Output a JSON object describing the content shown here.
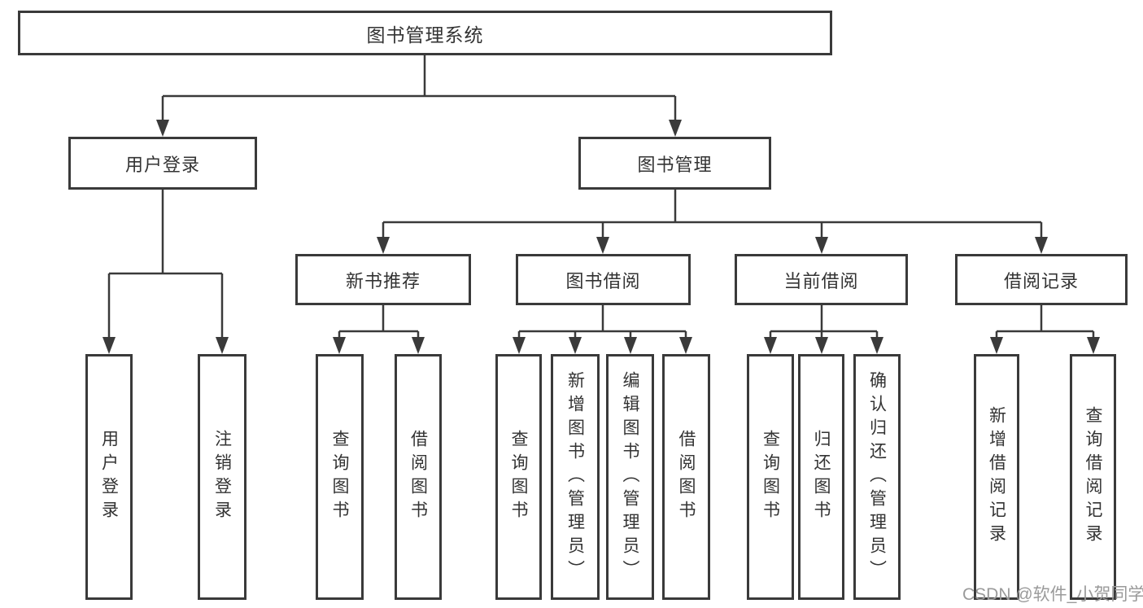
{
  "diagram": {
    "root": {
      "label": "图书管理系统"
    },
    "level2": [
      {
        "label": "用户登录"
      },
      {
        "label": "图书管理"
      }
    ],
    "level3": [
      {
        "label": "新书推荐"
      },
      {
        "label": "图书借阅"
      },
      {
        "label": "当前借阅"
      },
      {
        "label": "借阅记录"
      }
    ],
    "leaves": [
      {
        "label": "用户登录"
      },
      {
        "label": "注销登录"
      },
      {
        "label": "查询图书"
      },
      {
        "label": "借阅图书"
      },
      {
        "label": "查询图书"
      },
      {
        "label": "新增图书（管理员）"
      },
      {
        "label": "编辑图书（管理员）"
      },
      {
        "label": "借阅图书"
      },
      {
        "label": "查询图书"
      },
      {
        "label": "归还图书"
      },
      {
        "label": "确认归还（管理员）"
      },
      {
        "label": "新增借阅记录"
      },
      {
        "label": "查询借阅记录"
      }
    ]
  },
  "watermark": {
    "text": "CSDN @软件_小贺同学"
  },
  "colors": {
    "line": "#3a3a3a",
    "box_border": "#3a3a3a",
    "text": "#333333",
    "watermark": "#9a9a9a",
    "background": "#ffffff"
  }
}
